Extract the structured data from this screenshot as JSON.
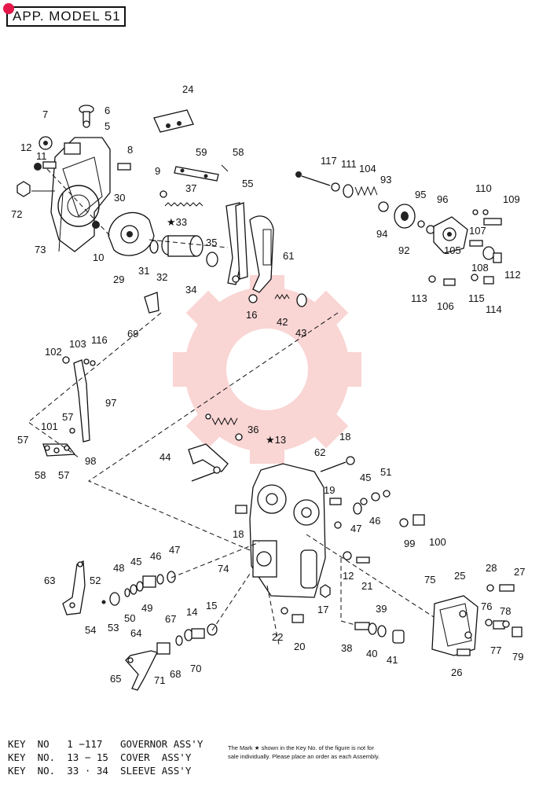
{
  "header": {
    "title": "APP. MODEL 51"
  },
  "watermark": {
    "color": "#e8433f"
  },
  "labels": [
    {
      "id": "p24",
      "text": "24"
    },
    {
      "id": "p6",
      "text": "6"
    },
    {
      "id": "p5",
      "text": "5"
    },
    {
      "id": "p7",
      "text": "7"
    },
    {
      "id": "p12a",
      "text": "12"
    },
    {
      "id": "p11",
      "text": "11"
    },
    {
      "id": "p8",
      "text": "8"
    },
    {
      "id": "p59",
      "text": "59"
    },
    {
      "id": "p58",
      "text": "58"
    },
    {
      "id": "p9",
      "text": "9"
    },
    {
      "id": "p37",
      "text": "37"
    },
    {
      "id": "p30",
      "text": "30"
    },
    {
      "id": "p55",
      "text": "55"
    },
    {
      "id": "p33",
      "text": "★33"
    },
    {
      "id": "p72",
      "text": "72"
    },
    {
      "id": "p73",
      "text": "73"
    },
    {
      "id": "p10",
      "text": "10"
    },
    {
      "id": "p35",
      "text": "35"
    },
    {
      "id": "p61",
      "text": "61"
    },
    {
      "id": "p29",
      "text": "29"
    },
    {
      "id": "p31",
      "text": "31"
    },
    {
      "id": "p32",
      "text": "32"
    },
    {
      "id": "p34",
      "text": "34"
    },
    {
      "id": "p16",
      "text": "16"
    },
    {
      "id": "p42",
      "text": "42"
    },
    {
      "id": "p43",
      "text": "43"
    },
    {
      "id": "p69",
      "text": "69"
    },
    {
      "id": "p117",
      "text": "117"
    },
    {
      "id": "p111",
      "text": "111"
    },
    {
      "id": "p104",
      "text": "104"
    },
    {
      "id": "p93",
      "text": "93"
    },
    {
      "id": "p95",
      "text": "95"
    },
    {
      "id": "p96",
      "text": "96"
    },
    {
      "id": "p110",
      "text": "110"
    },
    {
      "id": "p109",
      "text": "109"
    },
    {
      "id": "p94",
      "text": "94"
    },
    {
      "id": "p92",
      "text": "92"
    },
    {
      "id": "p107",
      "text": "107"
    },
    {
      "id": "p105",
      "text": "105"
    },
    {
      "id": "p108",
      "text": "108"
    },
    {
      "id": "p112",
      "text": "112"
    },
    {
      "id": "p113",
      "text": "113"
    },
    {
      "id": "p106",
      "text": "106"
    },
    {
      "id": "p115",
      "text": "115"
    },
    {
      "id": "p114",
      "text": "114"
    },
    {
      "id": "p102",
      "text": "102"
    },
    {
      "id": "p103",
      "text": "103"
    },
    {
      "id": "p116",
      "text": "116"
    },
    {
      "id": "p97",
      "text": "97"
    },
    {
      "id": "p57a",
      "text": "57"
    },
    {
      "id": "p101",
      "text": "101"
    },
    {
      "id": "p57b",
      "text": "57"
    },
    {
      "id": "p58b",
      "text": "58"
    },
    {
      "id": "p57c",
      "text": "57"
    },
    {
      "id": "p98",
      "text": "98"
    },
    {
      "id": "p36",
      "text": "36"
    },
    {
      "id": "p13",
      "text": "★13"
    },
    {
      "id": "p18a",
      "text": "18"
    },
    {
      "id": "p62",
      "text": "62"
    },
    {
      "id": "p44",
      "text": "44"
    },
    {
      "id": "p45a",
      "text": "45"
    },
    {
      "id": "p51",
      "text": "51"
    },
    {
      "id": "p19",
      "text": "19"
    },
    {
      "id": "p47a",
      "text": "47"
    },
    {
      "id": "p46a",
      "text": "46"
    },
    {
      "id": "p18b",
      "text": "18"
    },
    {
      "id": "p99",
      "text": "99"
    },
    {
      "id": "p100",
      "text": "100"
    },
    {
      "id": "p74",
      "text": "74"
    },
    {
      "id": "p12b",
      "text": "12"
    },
    {
      "id": "p21",
      "text": "21"
    },
    {
      "id": "p63",
      "text": "63"
    },
    {
      "id": "p52",
      "text": "52"
    },
    {
      "id": "p48",
      "text": "48"
    },
    {
      "id": "p45b",
      "text": "45"
    },
    {
      "id": "p46b",
      "text": "46"
    },
    {
      "id": "p47b",
      "text": "47"
    },
    {
      "id": "p49",
      "text": "49"
    },
    {
      "id": "p50",
      "text": "50"
    },
    {
      "id": "p53",
      "text": "53"
    },
    {
      "id": "p54",
      "text": "54"
    },
    {
      "id": "p17",
      "text": "17"
    },
    {
      "id": "p75",
      "text": "75"
    },
    {
      "id": "p25",
      "text": "25"
    },
    {
      "id": "p28",
      "text": "28"
    },
    {
      "id": "p27",
      "text": "27"
    },
    {
      "id": "p14",
      "text": "14"
    },
    {
      "id": "p15",
      "text": "15"
    },
    {
      "id": "p67",
      "text": "67"
    },
    {
      "id": "p39",
      "text": "39"
    },
    {
      "id": "p76",
      "text": "76"
    },
    {
      "id": "p78",
      "text": "78"
    },
    {
      "id": "p22",
      "text": "22"
    },
    {
      "id": "p20",
      "text": "20"
    },
    {
      "id": "p38",
      "text": "38"
    },
    {
      "id": "p40",
      "text": "40"
    },
    {
      "id": "p41",
      "text": "41"
    },
    {
      "id": "p77",
      "text": "77"
    },
    {
      "id": "p79",
      "text": "79"
    },
    {
      "id": "p64",
      "text": "64"
    },
    {
      "id": "p70",
      "text": "70"
    },
    {
      "id": "p65",
      "text": "65"
    },
    {
      "id": "p71",
      "text": "71"
    },
    {
      "id": "p68",
      "text": "68"
    },
    {
      "id": "p26",
      "text": "26"
    }
  ],
  "key_table": [
    {
      "key": "KEY  NO",
      "range": "1 −117",
      "name": "GOVERNOR ASS'Y"
    },
    {
      "key": "KEY  NO.",
      "range": "13 − 15",
      "name": "COVER  ASS'Y"
    },
    {
      "key": "KEY  NO.",
      "range": "33 · 34",
      "name": "SLEEVE ASS'Y"
    }
  ],
  "note": {
    "text": "The Mark ★ shown in the Key No. of the figure is not for sale individually. Please place an order as each Assembly."
  }
}
